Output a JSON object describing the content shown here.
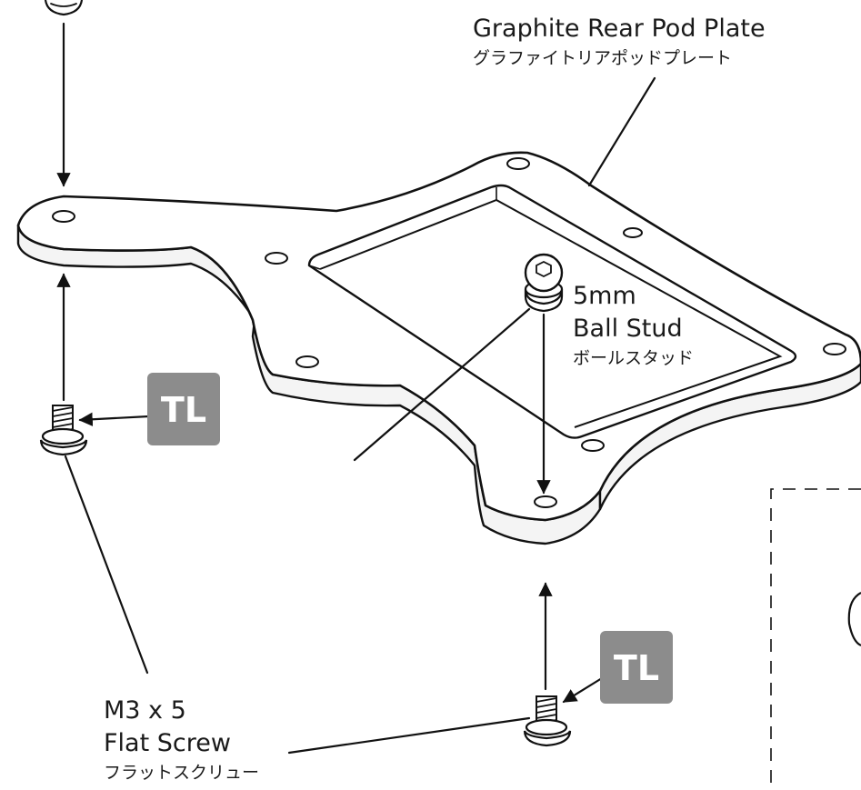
{
  "plate": {
    "label_en": "Graphite Rear Pod Plate",
    "label_jp": "グラファイトリアポッドプレート"
  },
  "ball_stud": {
    "label_size": "5mm",
    "label_en": "Ball Stud",
    "label_jp": "ボールスタッド"
  },
  "screw": {
    "label_size": "M3 x 5",
    "label_en": "Flat Screw",
    "label_jp": "フラットスクリュー"
  },
  "threadlock_badges": [
    {
      "text": "TL"
    },
    {
      "text": "TL"
    }
  ],
  "colors": {
    "badge_fill": "#8c8c8c",
    "line": "#111111",
    "background": "#ffffff"
  }
}
